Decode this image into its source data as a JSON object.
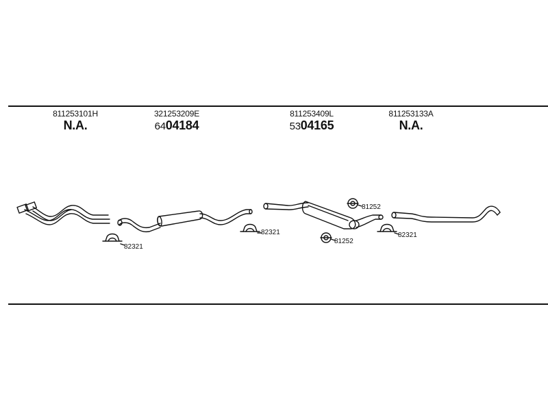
{
  "parts": [
    {
      "oe_number": "811253101H",
      "code_prefix": "",
      "code": "N.A."
    },
    {
      "oe_number": "321253209E",
      "code_prefix": "64",
      "code": "04184"
    },
    {
      "oe_number": "811253409L",
      "code_prefix": "53",
      "code": "04165"
    },
    {
      "oe_number": "811253133A",
      "code_prefix": "",
      "code": "N.A."
    }
  ],
  "callouts": {
    "clamp_1": "82321",
    "clamp_2": "82321",
    "clamp_3": "82321",
    "ring_1": "81252",
    "ring_2": "81252"
  }
}
